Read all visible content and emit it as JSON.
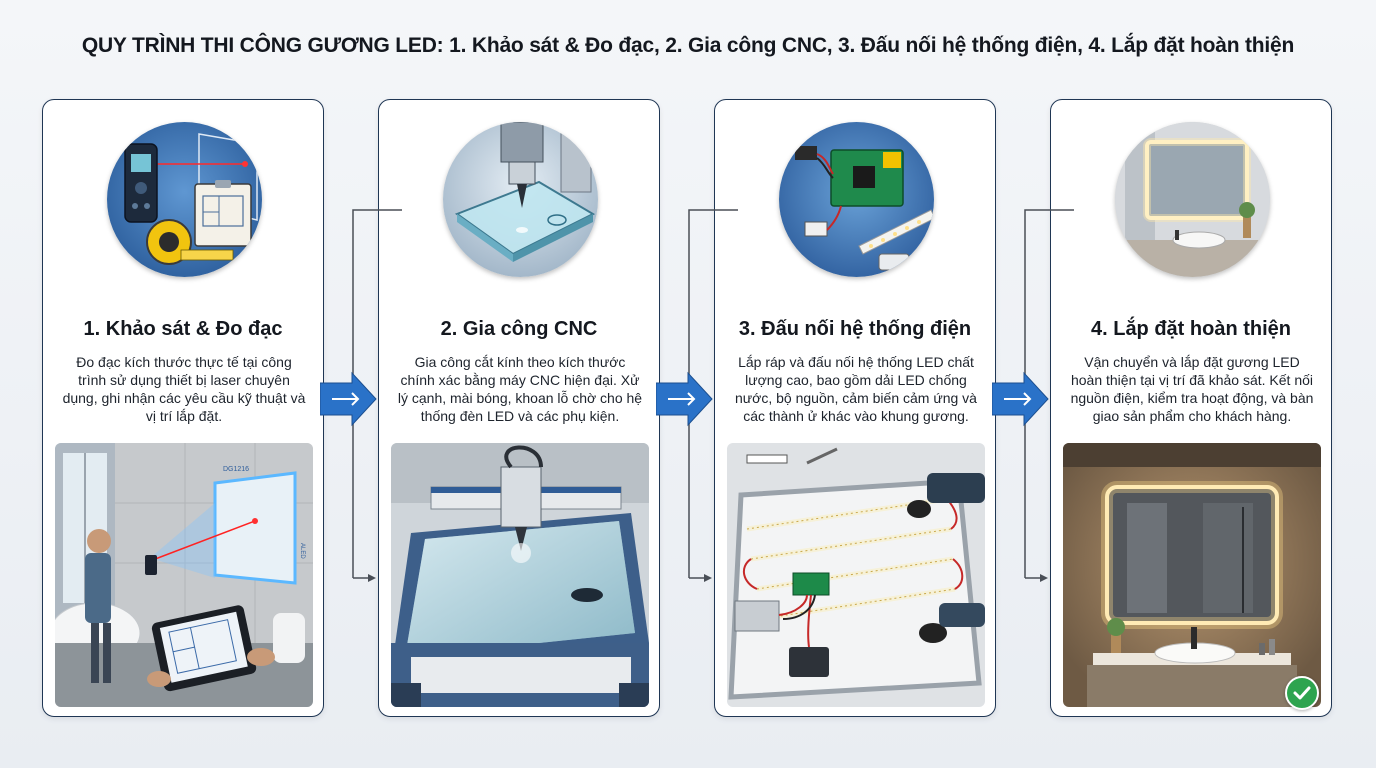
{
  "title": "QUY TRÌNH THI CÔNG GƯƠNG LED: 1. Khảo sát & Đo đạc, 2. Gia công CNC, 3. Đấu nối hệ thống điện, 4. Lắp đặt hoàn thiện",
  "steps": [
    {
      "title": "1. Khảo sát & Đo đạc",
      "description": "Đo đạc kích thước thực tế tại công trình sử dụng thiết bị laser chuyên dụng, ghi nhận các yêu cầu kỹ thuật và vị trí lắp đặt.",
      "icon": "laser-measure-icon"
    },
    {
      "title": "2. Gia công CNC",
      "description": "Gia công cắt kính theo kích thước chính xác bằng máy CNC hiện đại. Xử lý cạnh, mài bóng, khoan lỗ chờ cho hệ thống đèn LED và các phụ kiện.",
      "icon": "cnc-cutting-icon"
    },
    {
      "title": "3. Đấu nối hệ thống điện",
      "description": "Lắp ráp và đấu nối hệ thống LED chất lượng cao, bao gồm dải LED chống nước, bộ nguồn, cảm biến cảm ứng và các thành ử khác vào khung gương.",
      "icon": "circuit-board-icon"
    },
    {
      "title": "4. Lắp đặt hoàn thiện",
      "description": "Vận chuyển và lắp đặt gương LED hoàn thiện tại vị trí đã khảo sát. Kết nối nguồn điện, kiểm tra hoạt động, và bàn giao sản phẩm cho khách hàng.",
      "icon": "led-mirror-icon"
    }
  ],
  "photo_labels": {
    "laser_display": "DG1216",
    "side_tag": "ALED"
  },
  "colors": {
    "border": "#1f3654",
    "arrow": "#2a72c8",
    "check": "#2ea44f"
  }
}
